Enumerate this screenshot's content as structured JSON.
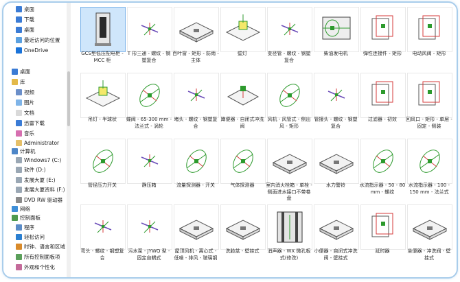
{
  "sidebar": {
    "items": [
      {
        "label": "桌面",
        "icon": "desktop-icon"
      },
      {
        "label": "下载",
        "icon": "download-icon"
      },
      {
        "label": "桌面",
        "icon": "desktop-icon"
      },
      {
        "label": "最近访问的位置",
        "icon": "recent-icon"
      },
      {
        "label": "OneDrive",
        "icon": "cloud-icon"
      },
      {
        "label": "桌面",
        "icon": "desktop-icon"
      },
      {
        "label": "库",
        "icon": "library-icon"
      },
      {
        "label": "视频",
        "icon": "video-icon"
      },
      {
        "label": "图片",
        "icon": "picture-icon"
      },
      {
        "label": "文档",
        "icon": "document-icon"
      },
      {
        "label": "迅雷下载",
        "icon": "download-icon"
      },
      {
        "label": "音乐",
        "icon": "music-icon"
      },
      {
        "label": "Administrator",
        "icon": "user-icon"
      },
      {
        "label": "计算机",
        "icon": "computer-icon"
      },
      {
        "label": "Windows7 (C:)",
        "icon": "drive-icon"
      },
      {
        "label": "软件 (D:)",
        "icon": "drive-icon"
      },
      {
        "label": "发展大厦 (E:)",
        "icon": "drive-icon"
      },
      {
        "label": "发展大厦资料 (F:)",
        "icon": "drive-icon"
      },
      {
        "label": "DVD RW 驱动器",
        "icon": "dvd-icon"
      },
      {
        "label": "网络",
        "icon": "network-icon"
      },
      {
        "label": "控制面板",
        "icon": "control-panel-icon"
      },
      {
        "label": "程序",
        "icon": "program-icon"
      },
      {
        "label": "轻松访问",
        "icon": "ease-icon"
      },
      {
        "label": "时钟、语言和区域",
        "icon": "clock-icon"
      },
      {
        "label": "所有控制面板项",
        "icon": "panel-icon"
      },
      {
        "label": "外观和个性化",
        "icon": "appearance-icon"
      }
    ]
  },
  "files": [
    {
      "label": "GCS型低压配电柜 - MCC 柜",
      "kind": "cabinet"
    },
    {
      "label": "T 形三通 - 螺纹 - 钢塑复合",
      "kind": "pipe"
    },
    {
      "label": "百叶窗 - 矩形 - 防雨 - 主体",
      "kind": "plate"
    },
    {
      "label": "壁灯",
      "kind": "lamp"
    },
    {
      "label": "变径管 - 螺纹 - 钢塑复合",
      "kind": "pipe"
    },
    {
      "label": "柴油发电机",
      "kind": "generator"
    },
    {
      "label": "弹性连接件 - 矩形",
      "kind": "duct"
    },
    {
      "label": "电动风阀 - 矩形",
      "kind": "duct"
    },
    {
      "label": "吊灯 - 半球状",
      "kind": "lamp"
    },
    {
      "label": "蝶阀 - 65-300 mm - 法兰式 - 涡轮",
      "kind": "valve"
    },
    {
      "label": "堵头 - 螺纹 - 钢塑复合",
      "kind": "pipe"
    },
    {
      "label": "蹲便器 - 自闭式冲洗阀",
      "kind": "fixture"
    },
    {
      "label": "风机 - 风管式 - 侧出风 - 矩形",
      "kind": "valve"
    },
    {
      "label": "管接头 - 螺纹 - 钢塑复合",
      "kind": "pipe"
    },
    {
      "label": "过滤器 - 初效",
      "kind": "duct"
    },
    {
      "label": "回风口 - 矩形 - 单层 - 固定 - 侧装",
      "kind": "duct"
    },
    {
      "label": "管径压力开关",
      "kind": "valve"
    },
    {
      "label": "静压箱",
      "kind": "pipe"
    },
    {
      "label": "流量探测器 - 开关",
      "kind": "valve"
    },
    {
      "label": "气体探测器",
      "kind": "valve"
    },
    {
      "label": "室内消火栓箱 - 单栓 - 侧面进水接口不带卷盘",
      "kind": "plate"
    },
    {
      "label": "水力警铃",
      "kind": "plate"
    },
    {
      "label": "水流指示器 - 50 - 80 mm - 螺纹",
      "kind": "valve"
    },
    {
      "label": "水流指示器 - 100 - 150 mm - 法兰式",
      "kind": "valve"
    },
    {
      "label": "弯头 - 螺纹 - 钢塑复合",
      "kind": "pipe"
    },
    {
      "label": "污水泵 - JYWQ 型 - 固定自耦式",
      "kind": "pipe"
    },
    {
      "label": "屋顶风机 - 离心式 - 低噪 - 排风 - 玻璃钢",
      "kind": "plate"
    },
    {
      "label": "洗脸盆 - 壁挂式",
      "kind": "plate"
    },
    {
      "label": "消声器 - WX 微孔板式(修改)",
      "kind": "silencer"
    },
    {
      "label": "小便器 - 自闭式冲洗阀 - 壁挂式",
      "kind": "plate"
    },
    {
      "label": "延时器",
      "kind": "duct"
    },
    {
      "label": "坐便器 - 冲洗阀 - 壁挂式",
      "kind": "plate"
    }
  ],
  "colors": {
    "accent": "#3d7fd6",
    "frame": "#a9cdeb",
    "green": "#2d9a2d",
    "select": "#cfe6fb"
  }
}
